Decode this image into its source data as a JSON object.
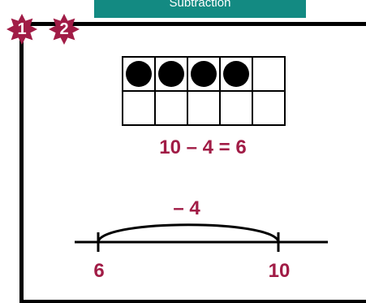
{
  "header": {
    "title": "Subtraction"
  },
  "badges": [
    {
      "label": "1",
      "color": "#a11c46"
    },
    {
      "label": "2",
      "color": "#a11c46"
    }
  ],
  "ten_frame": {
    "filled": 4,
    "total": 10,
    "columns": 5,
    "rows": 2
  },
  "equation": "10 – 4 = 6",
  "number_line": {
    "start_label": "6",
    "end_label": "10",
    "hop_label": "– 4"
  },
  "colors": {
    "accent": "#a11c46",
    "title_bar": "#138a82"
  }
}
